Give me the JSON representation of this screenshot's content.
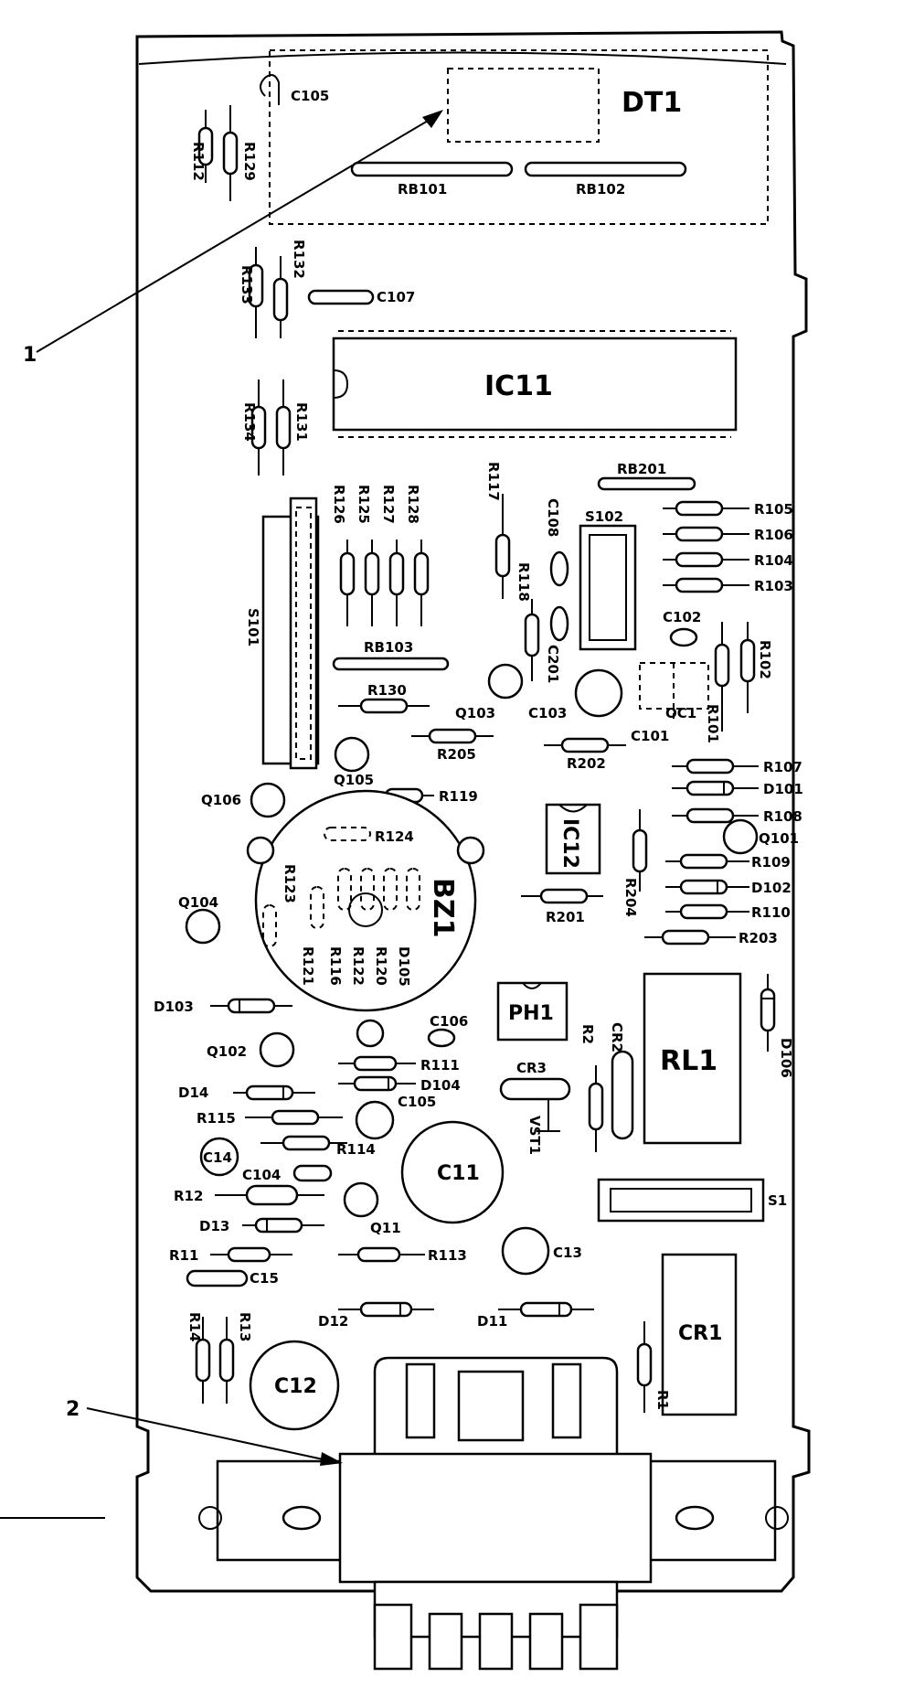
{
  "diagram": {
    "callouts": [
      {
        "id": "1",
        "text": "1"
      },
      {
        "id": "2",
        "text": "2"
      }
    ],
    "components": {
      "DT1": "DT1",
      "RB101": "RB101",
      "RB102": "RB102",
      "C105": "C105",
      "R112": "R112",
      "R129": "R129",
      "R132": "R132",
      "R133": "R133",
      "C107": "C107",
      "IC11": "IC11",
      "R134": "R134",
      "R131": "R131",
      "RB201": "RB201",
      "R117": "R117",
      "C108": "C108",
      "S102": "S102",
      "R105": "R105",
      "R106": "R106",
      "R104": "R104",
      "R103": "R103",
      "R126": "R126",
      "R125": "R125",
      "R127": "R127",
      "R128": "R128",
      "S101": "S101",
      "R118": "R118",
      "C201": "C201",
      "C102": "C102",
      "R102": "R102",
      "RB103": "RB103",
      "R130": "R130",
      "Q103": "Q103",
      "C103": "C103",
      "OC1": "OC1",
      "R101": "R101",
      "C101": "C101",
      "R205": "R205",
      "R202": "R202",
      "R107": "R107",
      "Q105": "Q105",
      "D101": "D101",
      "Q106": "Q106",
      "R119": "R119",
      "R108": "R108",
      "R124": "R124",
      "IC12": "IC12",
      "Q101": "Q101",
      "BZ1": "BZ1",
      "R109": "R109",
      "R123": "R123",
      "D102": "D102",
      "R204": "R204",
      "R110": "R110",
      "Q104": "Q104",
      "R201": "R201",
      "R203": "R203",
      "R121": "R121",
      "R116": "R116",
      "R122": "R122",
      "R120": "R120",
      "D105": "D105",
      "D103": "D103",
      "PH1": "PH1",
      "D106": "D106",
      "C106": "C106",
      "Q102": "Q102",
      "R2": "R2",
      "CR2": "CR2",
      "RL1": "RL1",
      "R111": "R111",
      "CR3": "CR3",
      "D14": "D14",
      "D104": "D104",
      "VST1": "VST1",
      "R115": "R115",
      "C105b": "C105",
      "R114": "R114",
      "C14": "C14",
      "C104": "C104",
      "C11": "C11",
      "R12": "R12",
      "S1": "S1",
      "D13": "D13",
      "Q11": "Q11",
      "R11": "R11",
      "R113": "R113",
      "C13": "C13",
      "C15": "C15",
      "D12": "D12",
      "D11": "D11",
      "R14": "R14",
      "R13": "R13",
      "C12": "C12",
      "CR1": "CR1",
      "R1": "R1"
    }
  }
}
